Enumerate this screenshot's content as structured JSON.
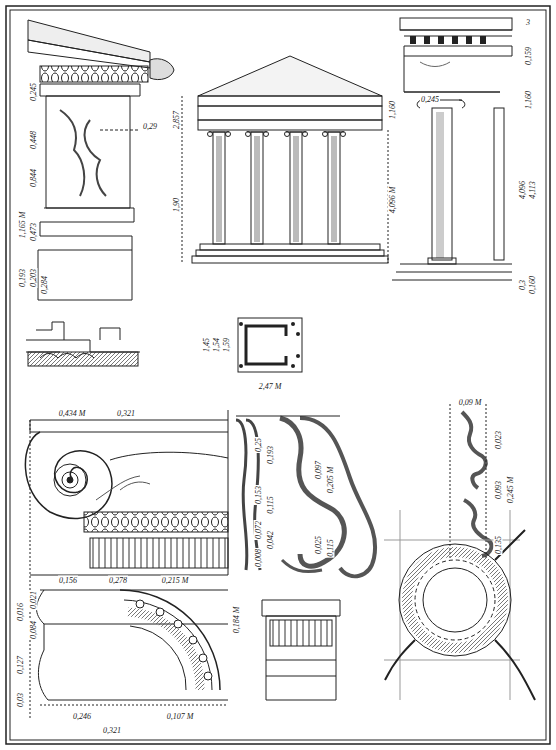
{
  "diagram": {
    "labels": [
      "0,245",
      "0,29",
      "0,448",
      "0,844",
      "1,165 M",
      "0,473",
      "0,193",
      "0,203",
      "0,284",
      "2,857",
      "1,90",
      "4,096 M",
      "1,160",
      "3",
      "0,159",
      "1,160",
      "0,245",
      "4,096",
      "4,113",
      "0,3",
      "0,160",
      "1,45",
      "1,54",
      "1,59",
      "2,47 M",
      "0,434 M",
      "0,321",
      "0,156",
      "0,278",
      "0,215 M",
      "0,184 M",
      "0,021",
      "0,016",
      "0,084",
      "0,127",
      "0,03",
      "0,246",
      "0,107 M",
      "0,321",
      "0,25",
      "0,193",
      "0,153",
      "0,115",
      "0,072",
      "0,042",
      "0,008",
      "0,097",
      "0,205 M",
      "0,025",
      "0,115",
      "0,09 M",
      "0,023",
      "0,093",
      "0,245 M",
      "0,135"
    ]
  }
}
